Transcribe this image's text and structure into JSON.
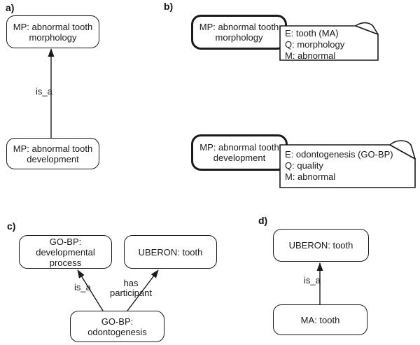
{
  "figure": {
    "description_colors": {
      "stroke": "#1a1a1a",
      "fill": "#ffffff"
    }
  },
  "panels": {
    "a": {
      "label": "a)",
      "top_node": [
        "MP: abnormal tooth",
        "morphology"
      ],
      "bottom_node": [
        "MP: abnormal tooth",
        "development"
      ],
      "edge_label": "is_a"
    },
    "b": {
      "label": "b)",
      "top_node": [
        "MP: abnormal tooth",
        "morphology"
      ],
      "top_note": [
        "E: tooth (MA)",
        "Q: morphology",
        "M: abnormal"
      ],
      "bottom_node": [
        "MP: abnormal tooth",
        "development"
      ],
      "bottom_note": [
        "E: odontogenesis (GO-BP)",
        "Q: quality",
        "M: abnormal"
      ]
    },
    "c": {
      "label": "c)",
      "left_node": [
        "GO-BP:",
        "developmental",
        "process"
      ],
      "right_node": [
        "UBERON: tooth"
      ],
      "bottom_node": [
        "GO-BP:",
        "odontogenesis"
      ],
      "left_edge_label": "is_a",
      "right_edge_label": [
        "has",
        "participant"
      ]
    },
    "d": {
      "label": "d)",
      "top_node": [
        "UBERON: tooth"
      ],
      "bottom_node": [
        "MA: tooth"
      ],
      "edge_label": "is_a"
    }
  }
}
